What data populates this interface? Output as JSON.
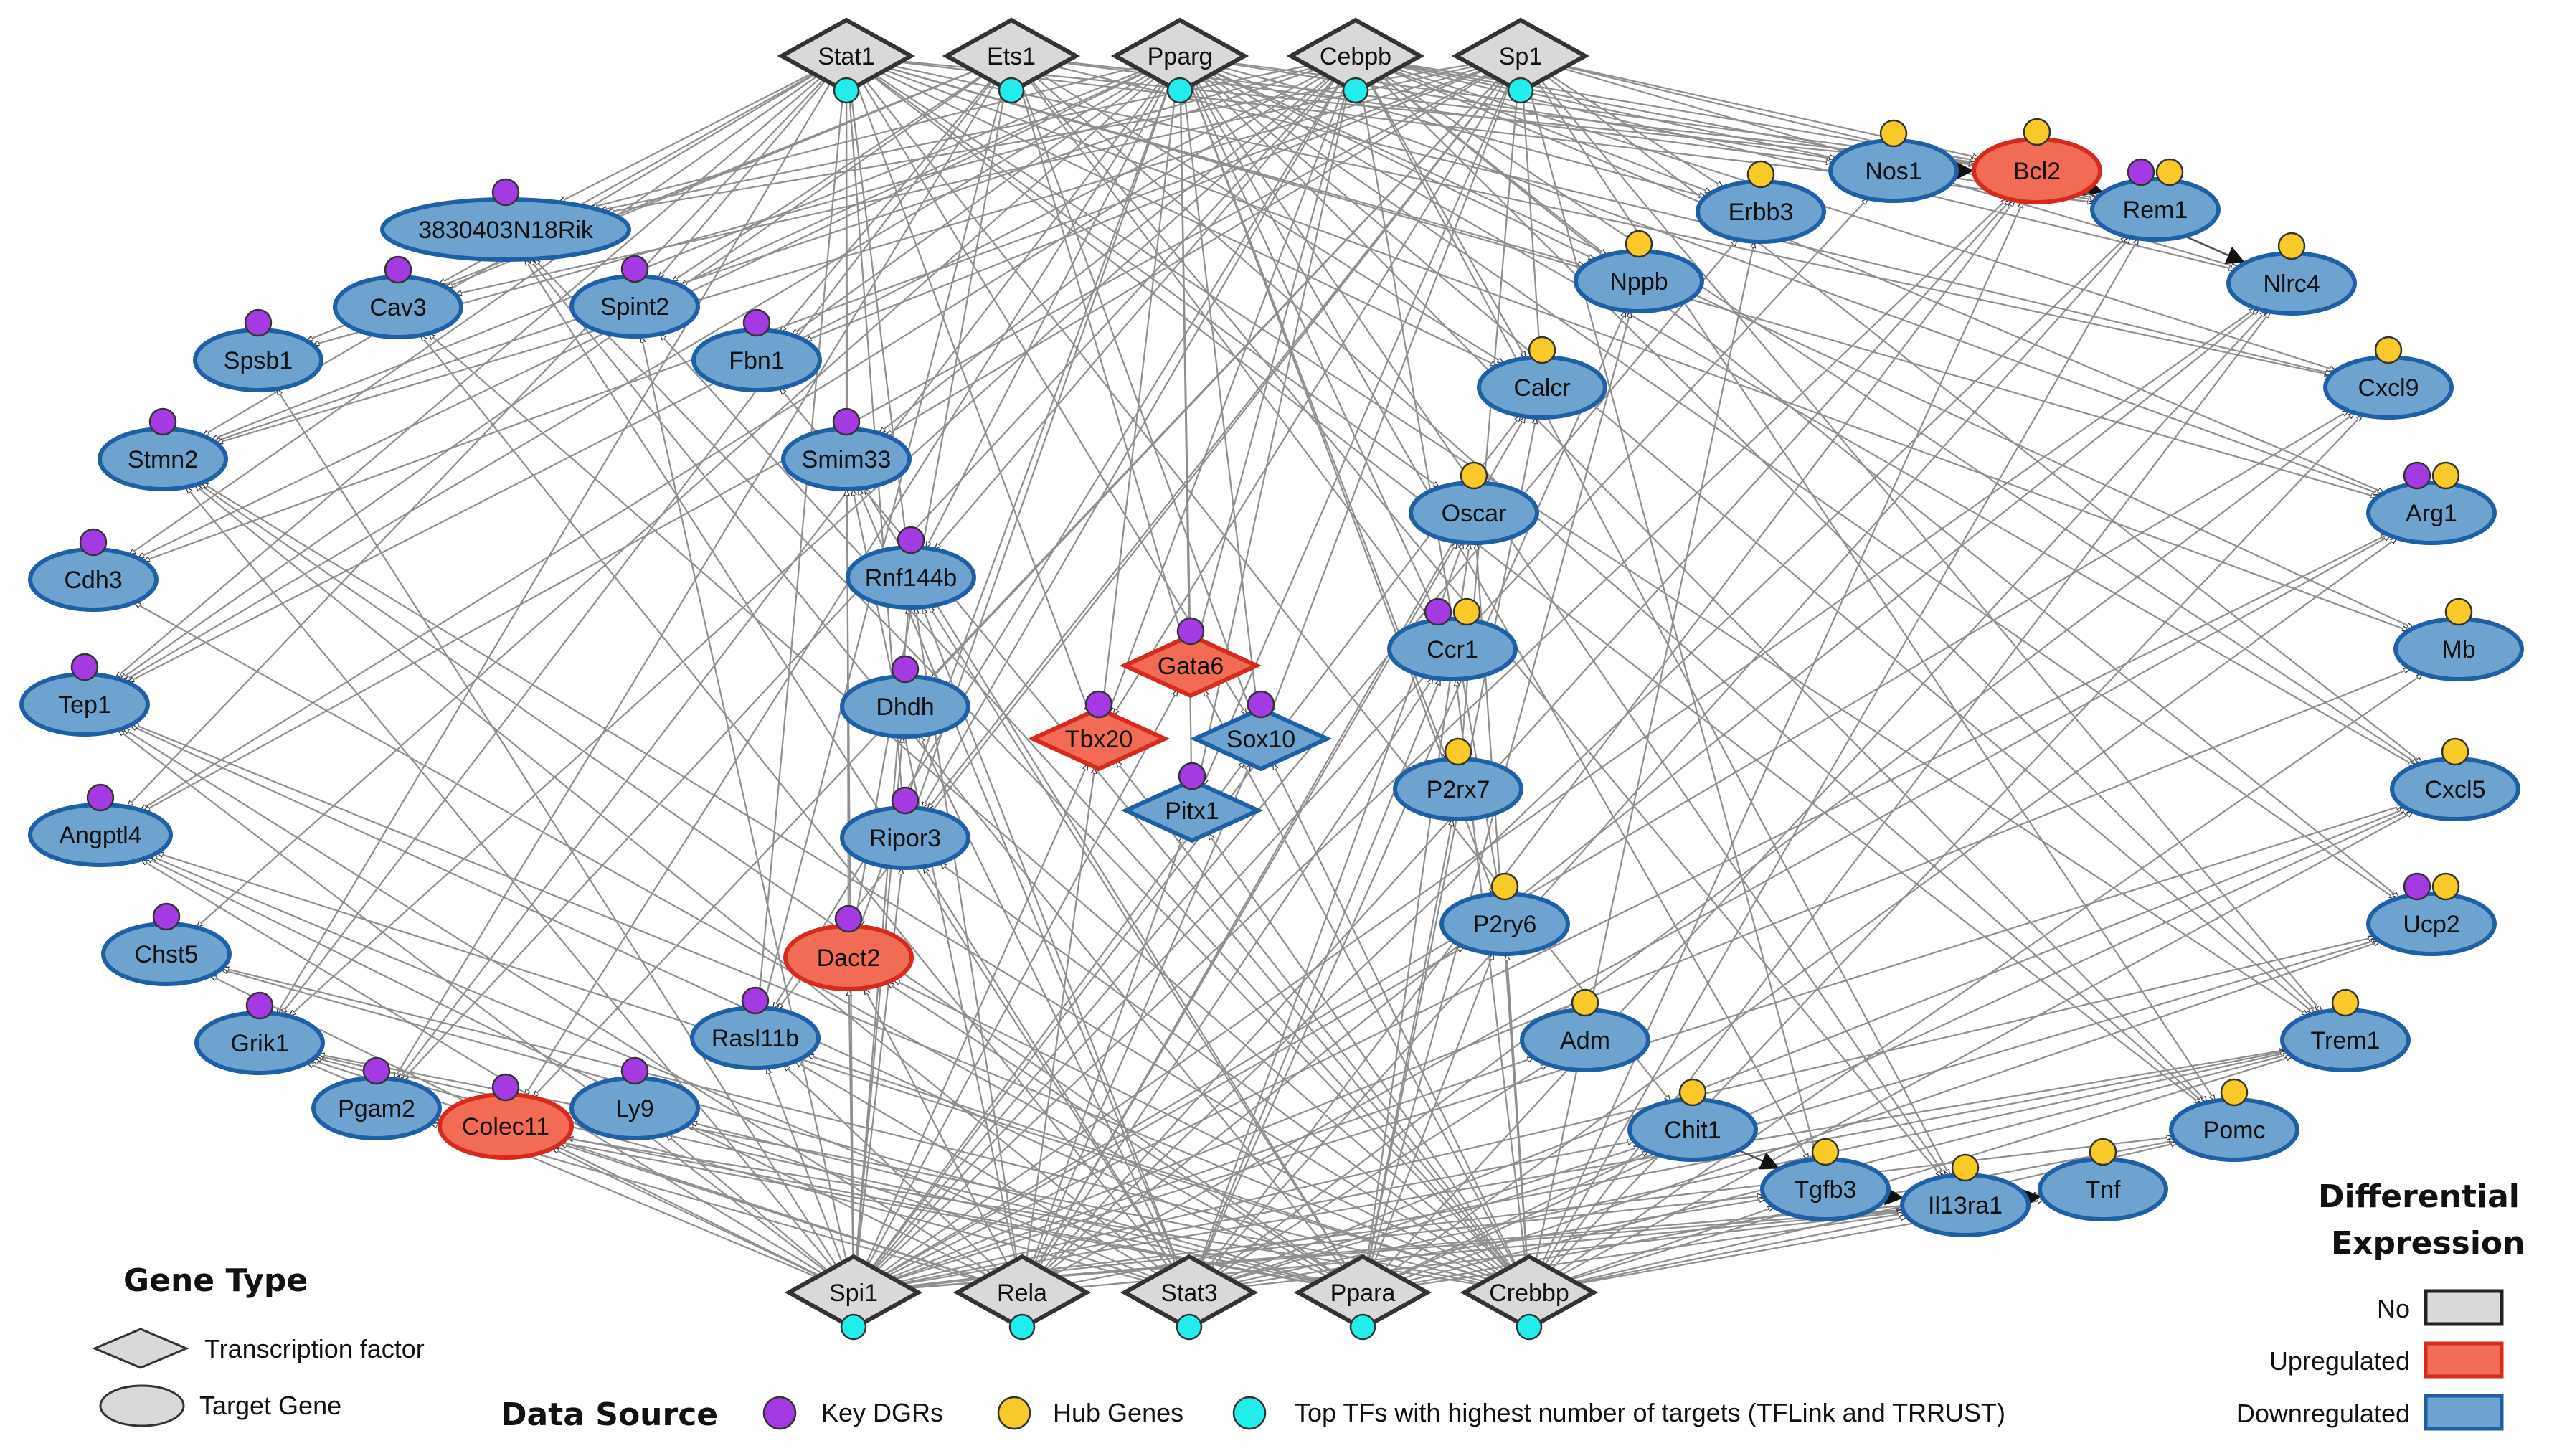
{
  "colors": {
    "edge": "#8f8f8f",
    "tf_unchanged": "#d9d9d9",
    "tf_stroke_unchanged": "#333333",
    "upregulated": "#f26b54",
    "upregulated_stroke": "#d62a1e",
    "downregulated": "#6fa3cf",
    "downregulated_stroke": "#1f5fa6",
    "key_dgr": "#a43be2",
    "hub_gene": "#f7ca2a",
    "top_tf": "#22ecec"
  },
  "transcription_factors_top": [
    "Stat1",
    "Ets1",
    "Pparg",
    "Cebpb",
    "Sp1"
  ],
  "transcription_factors_bottom": [
    "Spi1",
    "Rela",
    "Stat3",
    "Ppara",
    "Crebbp"
  ],
  "nodes": [
    {
      "id": "Stat1",
      "label": "Stat1",
      "shape": "diamond",
      "expr": "no",
      "marks": [
        "tf"
      ]
    },
    {
      "id": "Ets1",
      "label": "Ets1",
      "shape": "diamond",
      "expr": "no",
      "marks": [
        "tf"
      ]
    },
    {
      "id": "Pparg",
      "label": "Pparg",
      "shape": "diamond",
      "expr": "no",
      "marks": [
        "tf"
      ]
    },
    {
      "id": "Cebpb",
      "label": "Cebpb",
      "shape": "diamond",
      "expr": "no",
      "marks": [
        "tf"
      ]
    },
    {
      "id": "Sp1",
      "label": "Sp1",
      "shape": "diamond",
      "expr": "no",
      "marks": [
        "tf"
      ]
    },
    {
      "id": "Spi1",
      "label": "Spi1",
      "shape": "diamond",
      "expr": "no",
      "marks": [
        "tf"
      ]
    },
    {
      "id": "Rela",
      "label": "Rela",
      "shape": "diamond",
      "expr": "no",
      "marks": [
        "tf"
      ]
    },
    {
      "id": "Stat3",
      "label": "Stat3",
      "shape": "diamond",
      "expr": "no",
      "marks": [
        "tf"
      ]
    },
    {
      "id": "Ppara",
      "label": "Ppara",
      "shape": "diamond",
      "expr": "no",
      "marks": [
        "tf"
      ]
    },
    {
      "id": "Crebbp",
      "label": "Crebbp",
      "shape": "diamond",
      "expr": "no",
      "marks": [
        "tf"
      ]
    },
    {
      "id": "Gata6",
      "label": "Gata6",
      "shape": "diamond",
      "expr": "up",
      "marks": [
        "key"
      ]
    },
    {
      "id": "Tbx20",
      "label": "Tbx20",
      "shape": "diamond",
      "expr": "up",
      "marks": [
        "key"
      ]
    },
    {
      "id": "Sox10",
      "label": "Sox10",
      "shape": "diamond",
      "expr": "down",
      "marks": [
        "key"
      ]
    },
    {
      "id": "Pitx1",
      "label": "Pitx1",
      "shape": "diamond",
      "expr": "down",
      "marks": [
        "key"
      ]
    },
    {
      "id": "3830403N18Rik",
      "label": "3830403N18Rik",
      "shape": "ellipse",
      "expr": "down",
      "marks": [
        "key"
      ]
    },
    {
      "id": "Cav3",
      "label": "Cav3",
      "shape": "ellipse",
      "expr": "down",
      "marks": [
        "key"
      ]
    },
    {
      "id": "Spsb1",
      "label": "Spsb1",
      "shape": "ellipse",
      "expr": "down",
      "marks": [
        "key"
      ]
    },
    {
      "id": "Stmn2",
      "label": "Stmn2",
      "shape": "ellipse",
      "expr": "down",
      "marks": [
        "key"
      ]
    },
    {
      "id": "Cdh3",
      "label": "Cdh3",
      "shape": "ellipse",
      "expr": "down",
      "marks": [
        "key"
      ]
    },
    {
      "id": "Tep1",
      "label": "Tep1",
      "shape": "ellipse",
      "expr": "down",
      "marks": [
        "key"
      ]
    },
    {
      "id": "Angptl4",
      "label": "Angptl4",
      "shape": "ellipse",
      "expr": "down",
      "marks": [
        "key"
      ]
    },
    {
      "id": "Chst5",
      "label": "Chst5",
      "shape": "ellipse",
      "expr": "down",
      "marks": [
        "key"
      ]
    },
    {
      "id": "Grik1",
      "label": "Grik1",
      "shape": "ellipse",
      "expr": "down",
      "marks": [
        "key"
      ]
    },
    {
      "id": "Pgam2",
      "label": "Pgam2",
      "shape": "ellipse",
      "expr": "down",
      "marks": [
        "key"
      ]
    },
    {
      "id": "Colec11",
      "label": "Colec11",
      "shape": "ellipse",
      "expr": "up",
      "marks": [
        "key"
      ]
    },
    {
      "id": "Ly9",
      "label": "Ly9",
      "shape": "ellipse",
      "expr": "down",
      "marks": [
        "key"
      ]
    },
    {
      "id": "Rasl11b",
      "label": "Rasl11b",
      "shape": "ellipse",
      "expr": "down",
      "marks": [
        "key"
      ]
    },
    {
      "id": "Dact2",
      "label": "Dact2",
      "shape": "ellipse",
      "expr": "up",
      "marks": [
        "key"
      ]
    },
    {
      "id": "Ripor3",
      "label": "Ripor3",
      "shape": "ellipse",
      "expr": "down",
      "marks": [
        "key"
      ]
    },
    {
      "id": "Dhdh",
      "label": "Dhdh",
      "shape": "ellipse",
      "expr": "down",
      "marks": [
        "key"
      ]
    },
    {
      "id": "Rnf144b",
      "label": "Rnf144b",
      "shape": "ellipse",
      "expr": "down",
      "marks": [
        "key"
      ]
    },
    {
      "id": "Smim33",
      "label": "Smim33",
      "shape": "ellipse",
      "expr": "down",
      "marks": [
        "key"
      ]
    },
    {
      "id": "Fbn1",
      "label": "Fbn1",
      "shape": "ellipse",
      "expr": "down",
      "marks": [
        "key"
      ]
    },
    {
      "id": "Spint2",
      "label": "Spint2",
      "shape": "ellipse",
      "expr": "down",
      "marks": [
        "key"
      ]
    },
    {
      "id": "Nos1",
      "label": "Nos1",
      "shape": "ellipse",
      "expr": "down",
      "marks": [
        "hub"
      ]
    },
    {
      "id": "Bcl2",
      "label": "Bcl2",
      "shape": "ellipse",
      "expr": "up",
      "marks": [
        "hub"
      ]
    },
    {
      "id": "Rem1",
      "label": "Rem1",
      "shape": "ellipse",
      "expr": "down",
      "marks": [
        "key",
        "hub"
      ]
    },
    {
      "id": "Erbb3",
      "label": "Erbb3",
      "shape": "ellipse",
      "expr": "down",
      "marks": [
        "hub"
      ]
    },
    {
      "id": "Nlrc4",
      "label": "Nlrc4",
      "shape": "ellipse",
      "expr": "down",
      "marks": [
        "hub"
      ]
    },
    {
      "id": "Nppb",
      "label": "Nppb",
      "shape": "ellipse",
      "expr": "down",
      "marks": [
        "hub"
      ]
    },
    {
      "id": "Cxcl9",
      "label": "Cxcl9",
      "shape": "ellipse",
      "expr": "down",
      "marks": [
        "hub"
      ]
    },
    {
      "id": "Calcr",
      "label": "Calcr",
      "shape": "ellipse",
      "expr": "down",
      "marks": [
        "hub"
      ]
    },
    {
      "id": "Arg1",
      "label": "Arg1",
      "shape": "ellipse",
      "expr": "down",
      "marks": [
        "key",
        "hub"
      ]
    },
    {
      "id": "Oscar",
      "label": "Oscar",
      "shape": "ellipse",
      "expr": "down",
      "marks": [
        "hub"
      ]
    },
    {
      "id": "Mb",
      "label": "Mb",
      "shape": "ellipse",
      "expr": "down",
      "marks": [
        "hub"
      ]
    },
    {
      "id": "Ccr1",
      "label": "Ccr1",
      "shape": "ellipse",
      "expr": "down",
      "marks": [
        "key",
        "hub"
      ]
    },
    {
      "id": "Cxcl5",
      "label": "Cxcl5",
      "shape": "ellipse",
      "expr": "down",
      "marks": [
        "hub"
      ]
    },
    {
      "id": "P2rx7",
      "label": "P2rx7",
      "shape": "ellipse",
      "expr": "down",
      "marks": [
        "hub"
      ]
    },
    {
      "id": "Ucp2",
      "label": "Ucp2",
      "shape": "ellipse",
      "expr": "down",
      "marks": [
        "key",
        "hub"
      ]
    },
    {
      "id": "P2ry6",
      "label": "P2ry6",
      "shape": "ellipse",
      "expr": "down",
      "marks": [
        "hub"
      ]
    },
    {
      "id": "Trem1",
      "label": "Trem1",
      "shape": "ellipse",
      "expr": "down",
      "marks": [
        "hub"
      ]
    },
    {
      "id": "Adm",
      "label": "Adm",
      "shape": "ellipse",
      "expr": "down",
      "marks": [
        "hub"
      ]
    },
    {
      "id": "Pomc",
      "label": "Pomc",
      "shape": "ellipse",
      "expr": "down",
      "marks": [
        "hub"
      ]
    },
    {
      "id": "Chit1",
      "label": "Chit1",
      "shape": "ellipse",
      "expr": "down",
      "marks": [
        "hub"
      ]
    },
    {
      "id": "Tnf",
      "label": "Tnf",
      "shape": "ellipse",
      "expr": "down",
      "marks": [
        "hub"
      ]
    },
    {
      "id": "Tgfb3",
      "label": "Tgfb3",
      "shape": "ellipse",
      "expr": "down",
      "marks": [
        "hub"
      ]
    },
    {
      "id": "Il13ra1",
      "label": "Il13ra1",
      "shape": "ellipse",
      "expr": "down",
      "marks": [
        "hub"
      ]
    }
  ],
  "strong_edges": [
    {
      "source": "Nos1",
      "target": "Bcl2"
    },
    {
      "source": "Bcl2",
      "target": "Rem1"
    },
    {
      "source": "Bcl2",
      "target": "Nlrc4"
    },
    {
      "source": "Il13ra1",
      "target": "Tnf"
    },
    {
      "source": "Tgfb3",
      "target": "Il13ra1"
    },
    {
      "source": "Chit1",
      "target": "Tgfb3"
    }
  ],
  "legend": {
    "gene_type": {
      "title": "Gene Type",
      "items": [
        {
          "shape": "diamond",
          "label": "Transcription factor"
        },
        {
          "shape": "ellipse",
          "label": "Target Gene"
        }
      ]
    },
    "data_source": {
      "title": "Data Source",
      "items": [
        {
          "color_key": "key_dgr",
          "label": "Key DGRs"
        },
        {
          "color_key": "hub_gene",
          "label": "Hub Genes"
        },
        {
          "color_key": "top_tf",
          "label": "Top TFs with highest number of targets (TFLink and TRRUST)"
        }
      ]
    },
    "differential_expression": {
      "title_line1": "Differential",
      "title_line2": "Expression",
      "items": [
        {
          "expr": "no",
          "label": "No"
        },
        {
          "expr": "up",
          "label": "Upregulated"
        },
        {
          "expr": "down",
          "label": "Downregulated"
        }
      ]
    }
  }
}
